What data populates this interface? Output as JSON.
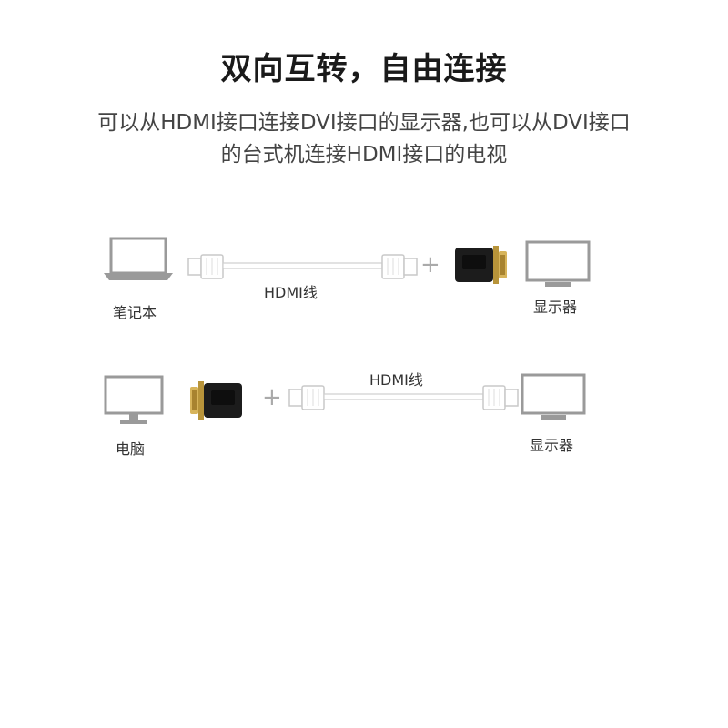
{
  "heading": {
    "title": "双向互转，自由连接",
    "subtitle_line1": "可以从HDMI接口连接DVI接口的显示器,也可以从DVI接口",
    "subtitle_line2": "的台式机连接HDMI接口的电视"
  },
  "row1": {
    "source_label": "笔记本",
    "cable_label": "HDMI线",
    "plus": "+",
    "target_label": "显示器"
  },
  "row2": {
    "source_label": "电脑",
    "plus": "+",
    "cable_label": "HDMI线",
    "target_label": "显示器"
  },
  "colors": {
    "icon_gray": "#9a9a9a",
    "adapter_black": "#1c1c1c",
    "adapter_gold": "#c8a54a"
  }
}
